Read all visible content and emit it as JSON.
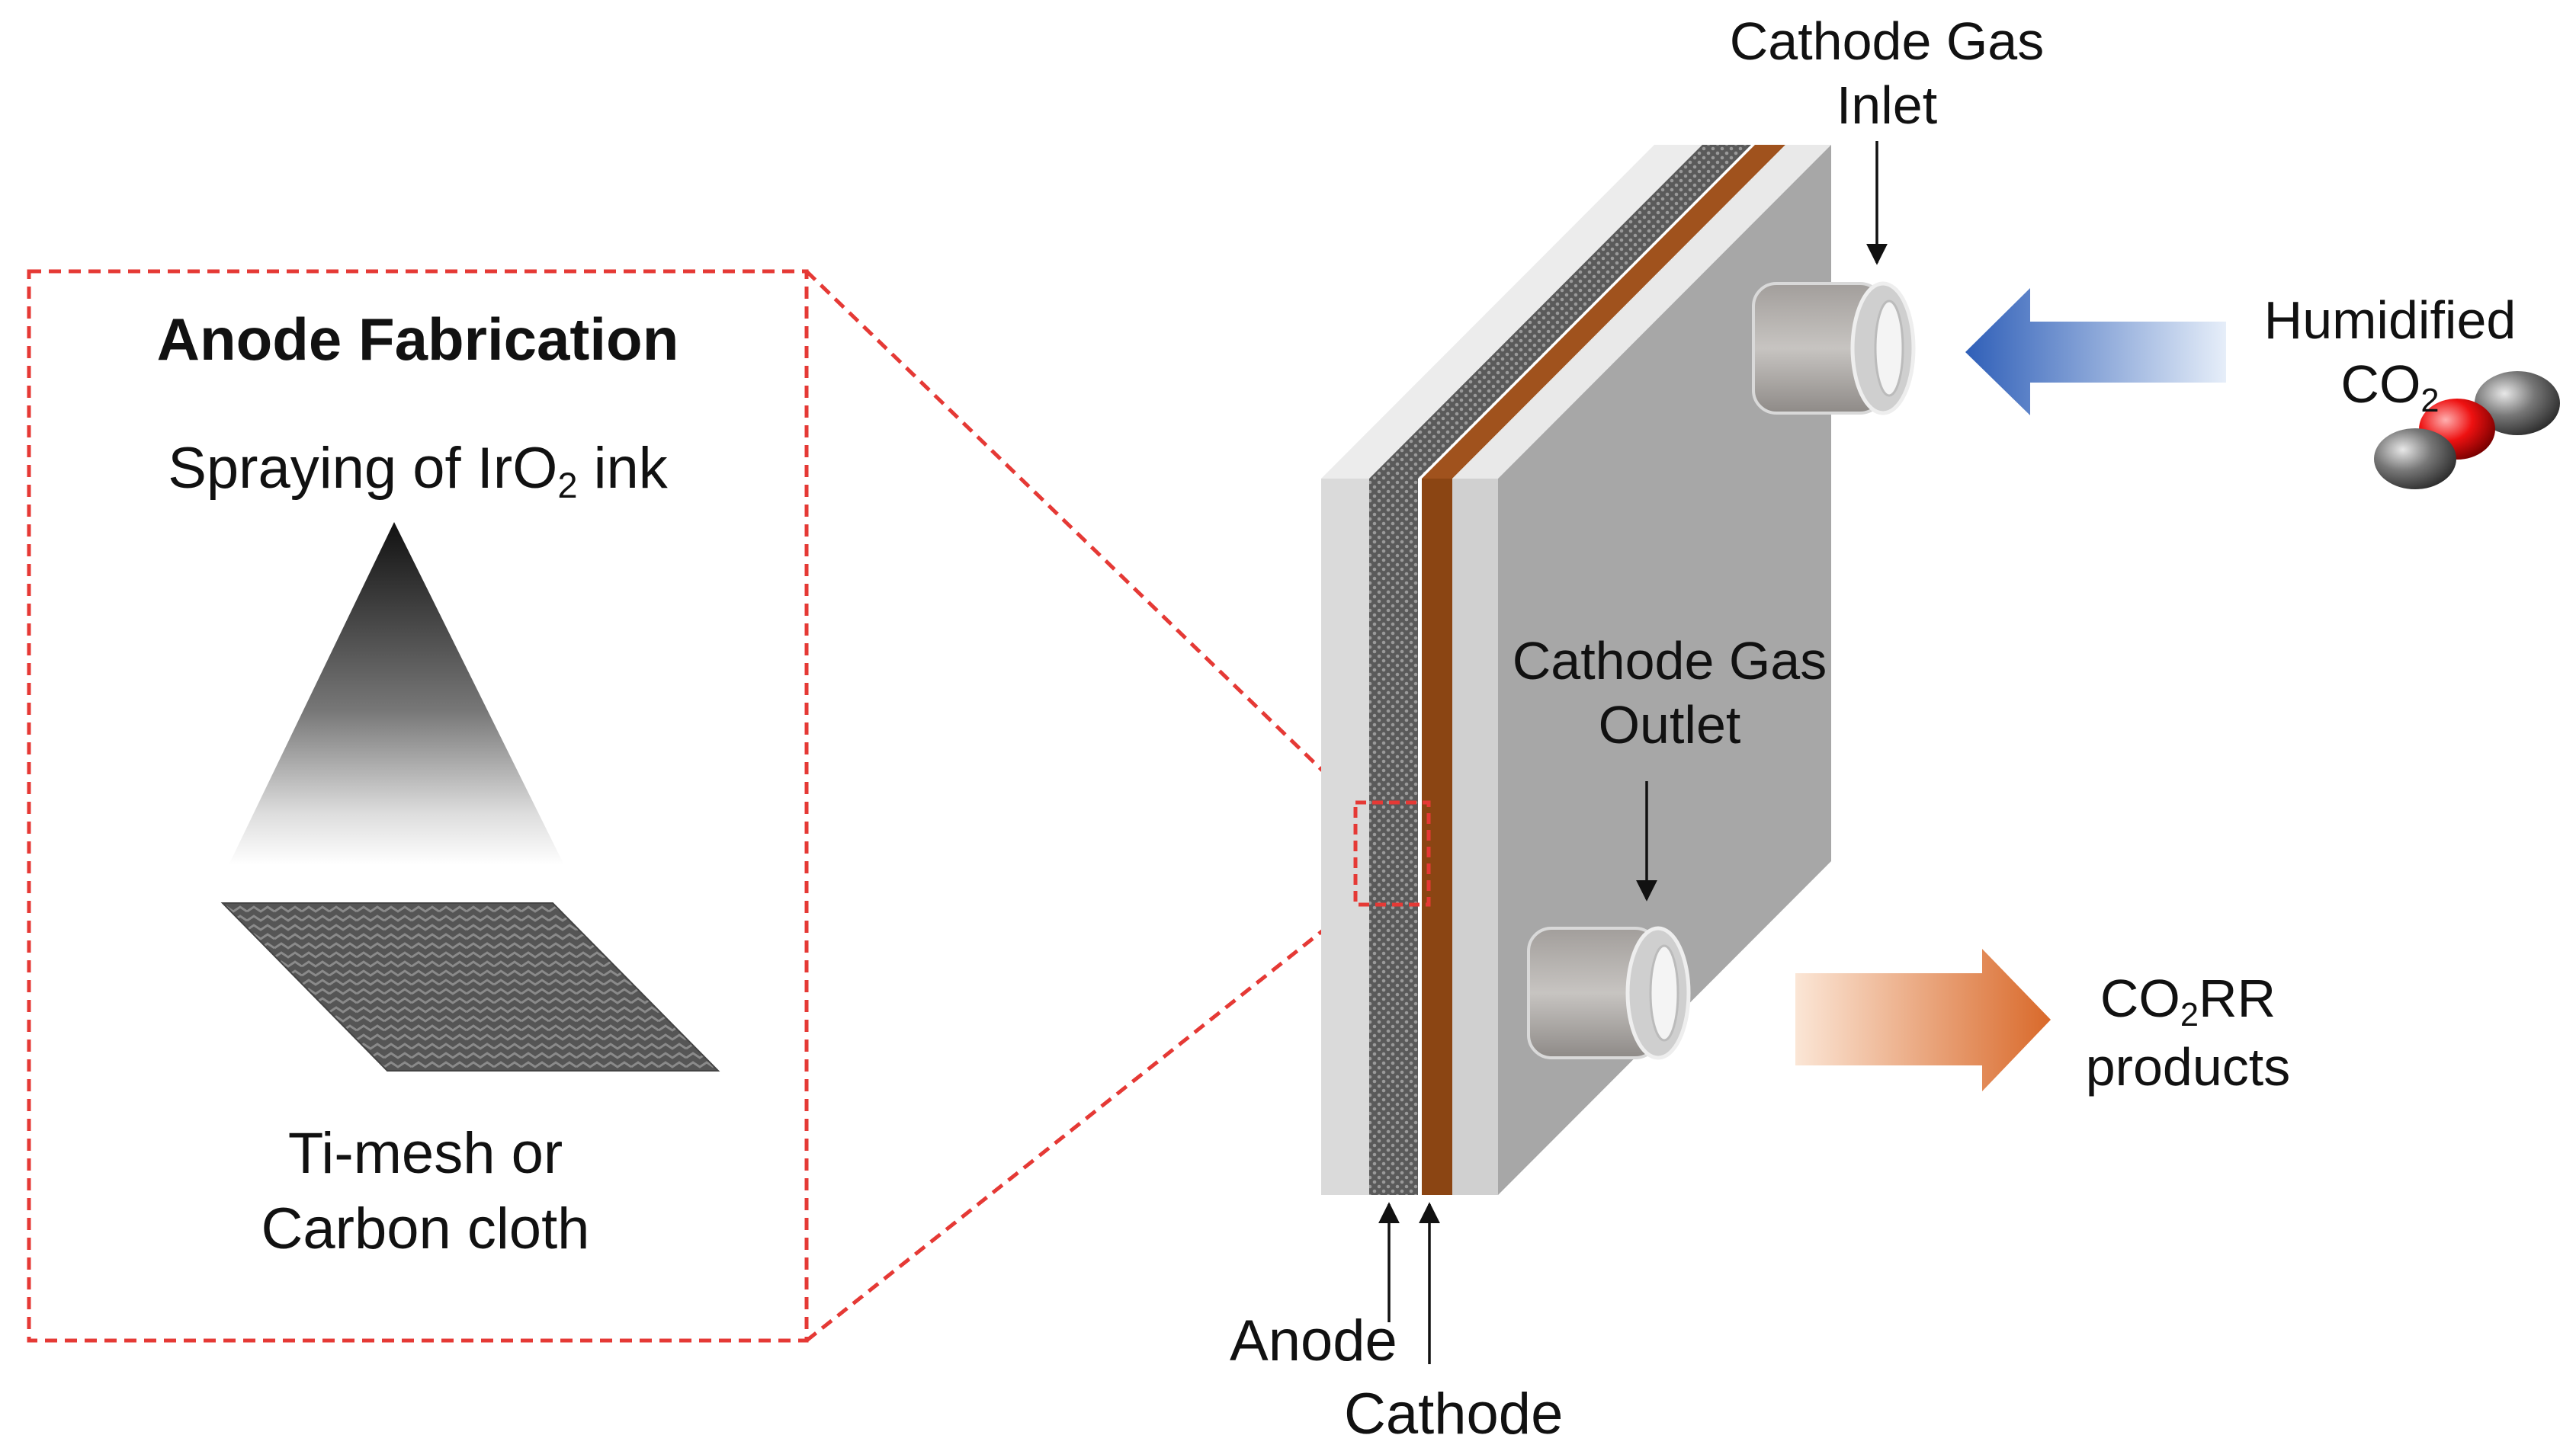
{
  "inset": {
    "title": "Anode Fabrication",
    "spray_text": "Spraying of IrO",
    "spray_sub": "2",
    "spray_suffix": " ink",
    "substrate_line1": "Ti-mesh or",
    "substrate_line2": "Carbon cloth"
  },
  "cell": {
    "inlet_line1": "Cathode Gas",
    "inlet_line2": "Inlet",
    "outlet_line1": "Cathode Gas",
    "outlet_line2": "Outlet",
    "anode_label": "Anode",
    "cathode_label": "Cathode"
  },
  "feed": {
    "line1": "Humidified",
    "co_text": "CO",
    "co_sub": "2"
  },
  "products": {
    "co_text": "CO",
    "co_sub": "2",
    "rr_text": "RR",
    "line2": "products"
  },
  "colors": {
    "zoom_box": "#e53935",
    "cathode_layer": "#8b4513",
    "feed_arrow": "#3f6fc4",
    "product_arrow": "#e07a32",
    "molecule_oxygen": "#e01010",
    "molecule_carbon": "#666666"
  }
}
